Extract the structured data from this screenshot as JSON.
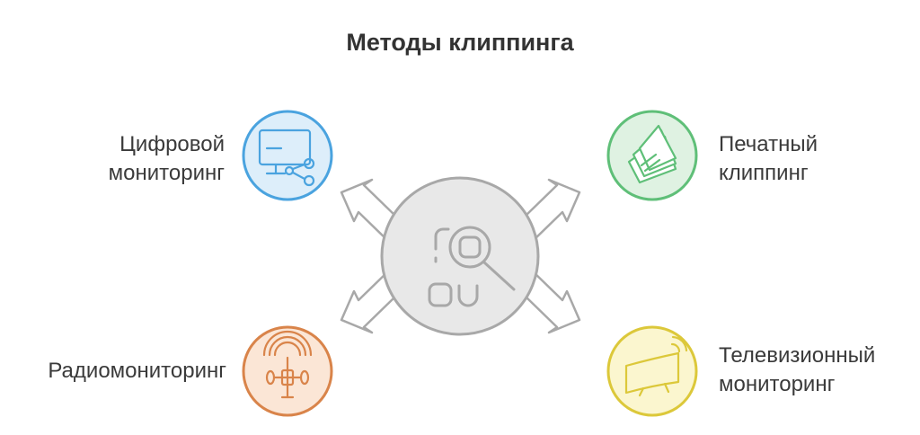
{
  "title": "Методы клиппинга",
  "methods": [
    {
      "lines": [
        "Цифровой",
        "мониторинг"
      ],
      "color": "#4aa3df",
      "fill": "#ddeefa",
      "icon": "monitor-share-icon"
    },
    {
      "lines": [
        "Печатный",
        "клиппинг"
      ],
      "color": "#5fbf78",
      "fill": "#dff2e2",
      "icon": "printed-papers-icon"
    },
    {
      "lines": [
        "Радиомониторинг"
      ],
      "color": "#d9844a",
      "fill": "#fbe6d6",
      "icon": "radio-tower-icon"
    },
    {
      "lines": [
        "Телевизионный",
        "мониторинг"
      ],
      "color": "#dcc83a",
      "fill": "#fbf6cf",
      "icon": "tv-signal-icon"
    }
  ],
  "center": {
    "icon": "search-apps-icon",
    "color": "#a8a8a8",
    "fill": "#e8e8e8"
  }
}
